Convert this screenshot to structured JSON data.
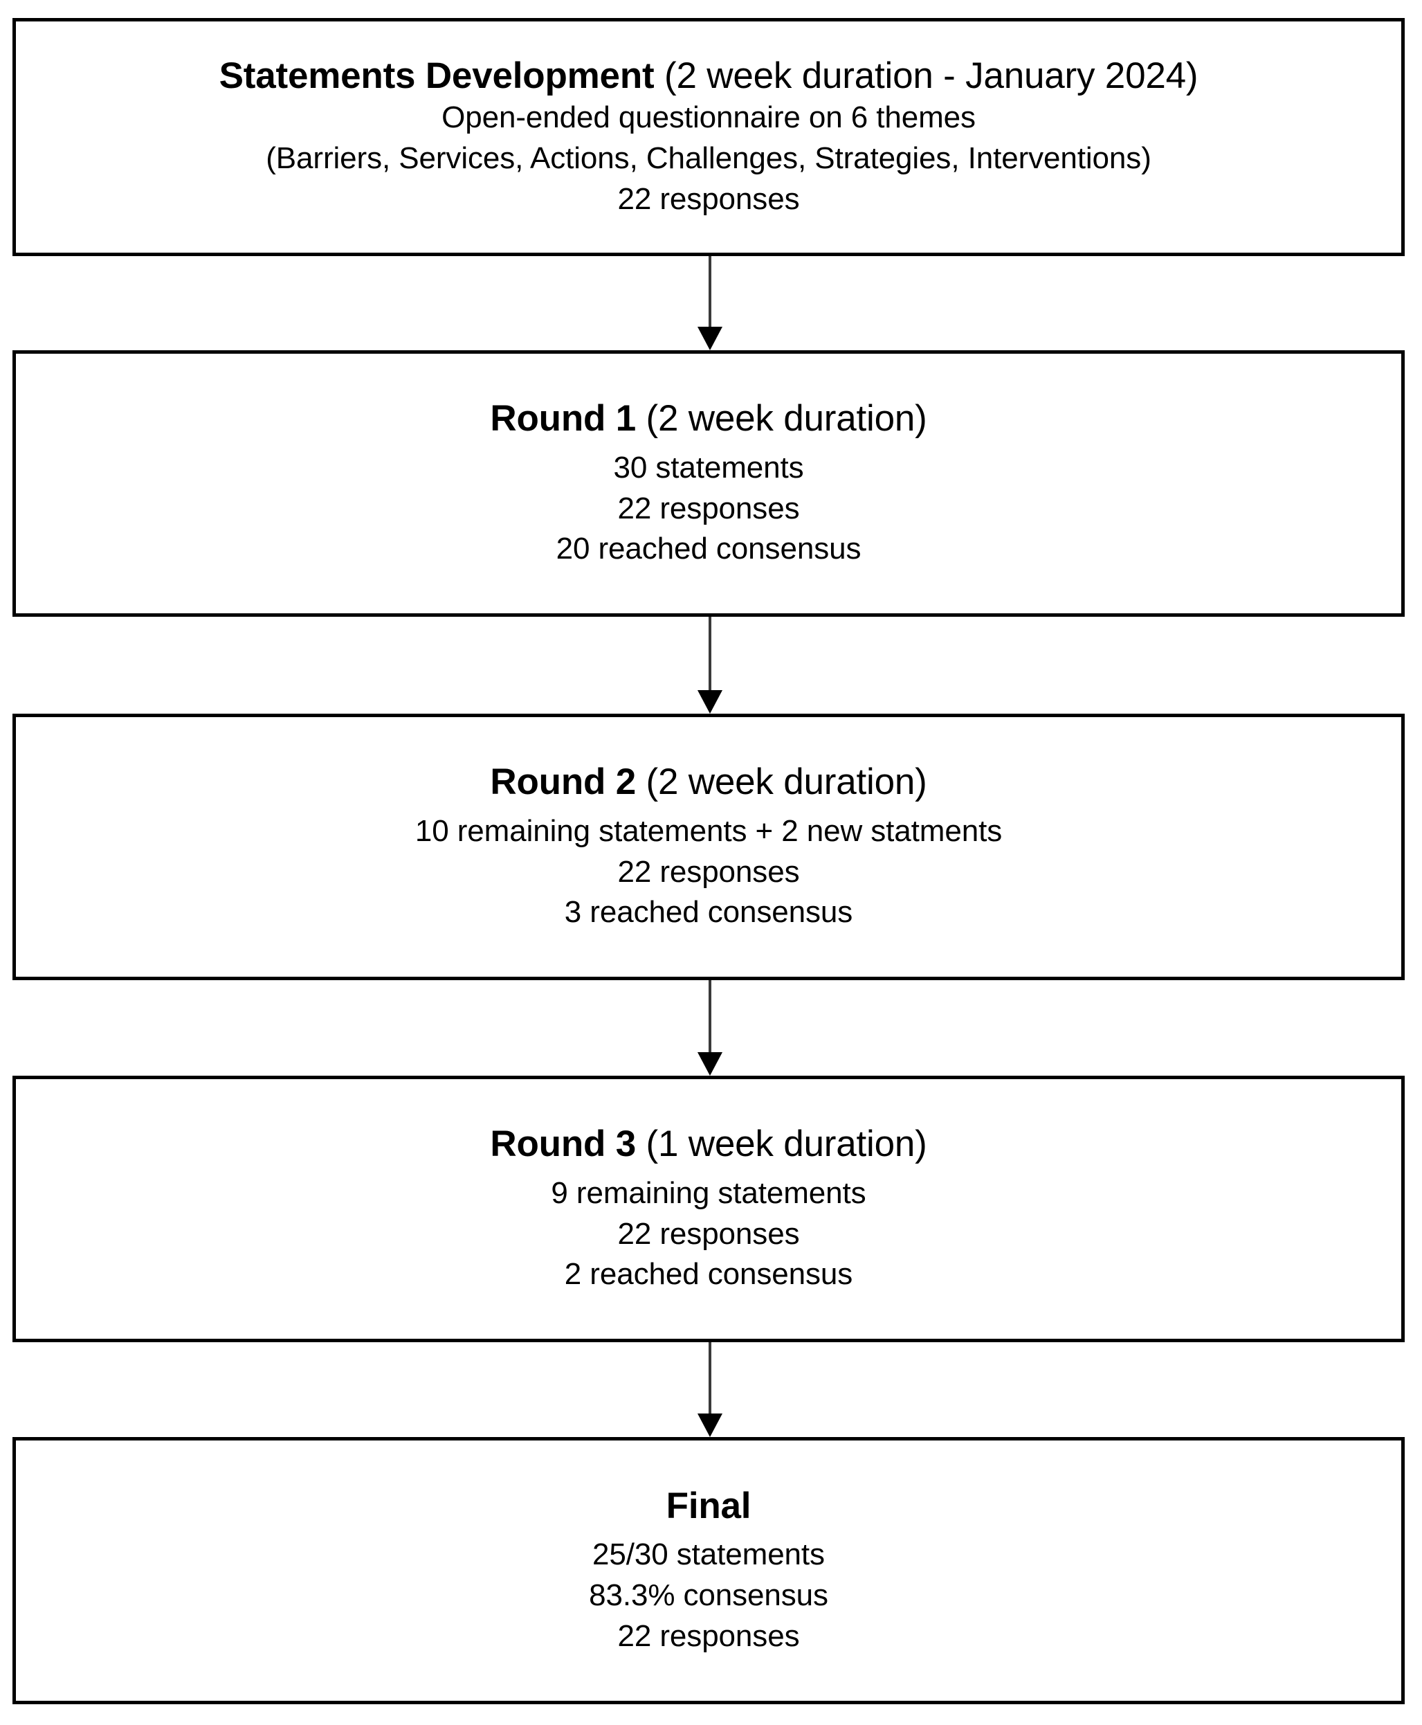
{
  "chart_data": {
    "type": "diagram",
    "title": "Delphi study flow diagram",
    "orientation": "vertical-top-to-bottom",
    "node_count": 5,
    "connector_count": 4,
    "nodes": [
      {
        "id": "statements-development",
        "heading_bold": "Statements Development",
        "heading_plain": " (2 week duration - January 2024)",
        "lines": [
          "Open-ended questionnaire on 6 themes",
          "(Barriers, Services, Actions, Challenges, Strategies, Interventions)",
          "22 responses"
        ]
      },
      {
        "id": "round-1",
        "heading_bold": "Round 1",
        "heading_plain": " (2 week duration)",
        "lines": [
          "30 statements",
          "22 responses",
          "20 reached consensus"
        ]
      },
      {
        "id": "round-2",
        "heading_bold": "Round 2",
        "heading_plain": " (2 week duration)",
        "lines": [
          "10 remaining statements + 2 new statments",
          "22 responses",
          "3 reached consensus"
        ]
      },
      {
        "id": "round-3",
        "heading_bold": "Round 3",
        "heading_plain": " (1 week duration)",
        "lines": [
          "9 remaining statements",
          "22 responses",
          "2 reached consensus"
        ]
      },
      {
        "id": "final",
        "heading_bold": "Final",
        "heading_plain": "",
        "lines": [
          "25/30 statements",
          "83.3% consensus",
          "22 responses"
        ]
      }
    ],
    "colors": {
      "box_border": "#000000",
      "box_fill": "#ffffff",
      "text": "#000000",
      "arrow_shaft": "#3a3a3a",
      "arrow_head": "#000000"
    }
  },
  "boxes": {
    "statements": {
      "heading_bold": "Statements Development",
      "heading_plain": " (2 week duration - January 2024)",
      "line1": "Open-ended questionnaire on 6 themes",
      "line2": "(Barriers, Services, Actions, Challenges, Strategies, Interventions)",
      "line3": "22 responses"
    },
    "round1": {
      "heading_bold": "Round 1",
      "heading_plain": " (2 week duration)",
      "line1": "30 statements",
      "line2": "22 responses",
      "line3": "20 reached consensus"
    },
    "round2": {
      "heading_bold": "Round 2",
      "heading_plain": " (2 week duration)",
      "line1": "10 remaining statements + 2 new statments",
      "line2": "22 responses",
      "line3": "3 reached consensus"
    },
    "round3": {
      "heading_bold": "Round 3",
      "heading_plain": " (1 week duration)",
      "line1": "9 remaining statements",
      "line2": "22 responses",
      "line3": "2 reached consensus"
    },
    "final": {
      "heading_bold": "Final",
      "heading_plain": "",
      "line1": "25/30 statements",
      "line2": "83.3% consensus",
      "line3": "22 responses"
    }
  }
}
